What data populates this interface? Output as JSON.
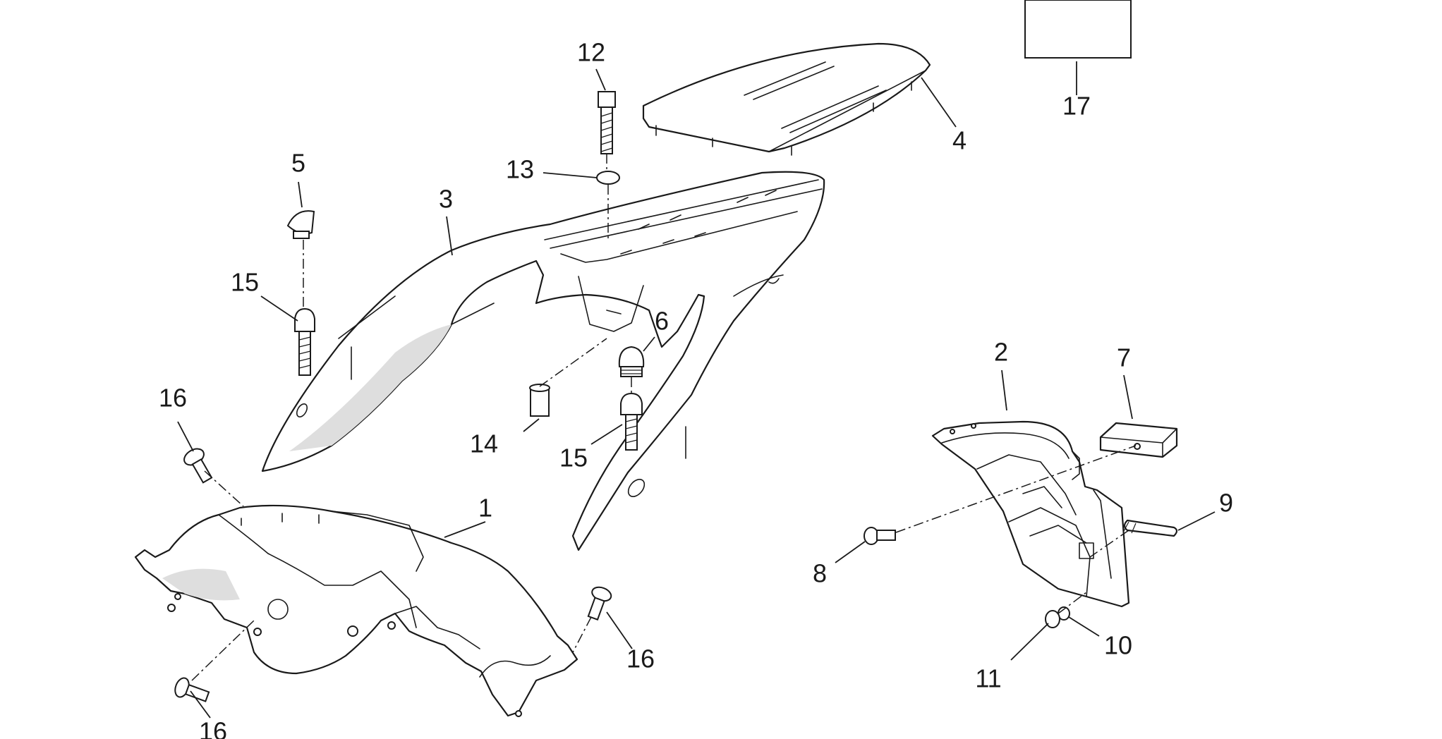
{
  "callouts": [
    {
      "id": "c1",
      "label": "1"
    },
    {
      "id": "c2",
      "label": "2"
    },
    {
      "id": "c3",
      "label": "3"
    },
    {
      "id": "c4",
      "label": "4"
    },
    {
      "id": "c5",
      "label": "5"
    },
    {
      "id": "c6",
      "label": "6"
    },
    {
      "id": "c7",
      "label": "7"
    },
    {
      "id": "c8",
      "label": "8"
    },
    {
      "id": "c9",
      "label": "9"
    },
    {
      "id": "c10",
      "label": "10"
    },
    {
      "id": "c11",
      "label": "11"
    },
    {
      "id": "c12",
      "label": "12"
    },
    {
      "id": "c13",
      "label": "13"
    },
    {
      "id": "c14",
      "label": "14"
    },
    {
      "id": "c15a",
      "label": "15"
    },
    {
      "id": "c15b",
      "label": "15"
    },
    {
      "id": "c16a",
      "label": "16"
    },
    {
      "id": "c16b",
      "label": "16"
    },
    {
      "id": "c16c",
      "label": "16"
    },
    {
      "id": "c17",
      "label": "17"
    }
  ]
}
